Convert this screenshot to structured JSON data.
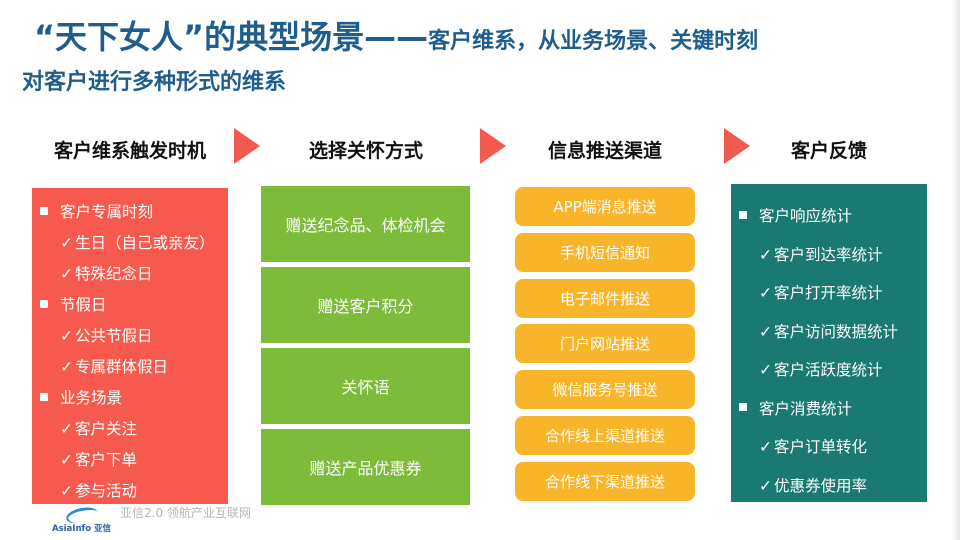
{
  "title": {
    "main": "“天下女人”的典型场景",
    "dash": "——",
    "tail": "客户维系，从业务场景、关键时刻",
    "line2": "对客户进行多种形式的维系"
  },
  "columns": [
    {
      "header": "客户维系触发时机"
    },
    {
      "header": "选择关怀方式"
    },
    {
      "header": "信息推送渠道"
    },
    {
      "header": "客户反馈"
    }
  ],
  "triggers": [
    {
      "type": "bullet",
      "text": "客户专属时刻"
    },
    {
      "type": "check",
      "text": "生日（自己或亲友）"
    },
    {
      "type": "check",
      "text": "特殊纪念日"
    },
    {
      "type": "bullet",
      "text": "节假日"
    },
    {
      "type": "check",
      "text": "公共节假日"
    },
    {
      "type": "check",
      "text": "专属群体假日"
    },
    {
      "type": "bullet",
      "text": "业务场景"
    },
    {
      "type": "check",
      "text": "客户关注"
    },
    {
      "type": "check",
      "text": "客户下单"
    },
    {
      "type": "check",
      "text": "参与活动"
    }
  ],
  "care_methods": [
    "赠送纪念品、体检机会",
    "赠送客户积分",
    "关怀语",
    "赠送产品优惠券"
  ],
  "channels": [
    "APP端消息推送",
    "手机短信通知",
    "电子邮件推送",
    "门户网站推送",
    "微信服务号推送",
    "合作线上渠道推送",
    "合作线下渠道推送"
  ],
  "feedback": [
    {
      "type": "bullet",
      "text": "客户响应统计"
    },
    {
      "type": "check",
      "text": "客户到达率统计"
    },
    {
      "type": "check",
      "text": "客户打开率统计"
    },
    {
      "type": "check",
      "text": "客户访问数据统计"
    },
    {
      "type": "check",
      "text": "客户活跃度统计"
    },
    {
      "type": "bullet",
      "text": "客户消费统计"
    },
    {
      "type": "check",
      "text": "客户订单转化"
    },
    {
      "type": "check",
      "text": "优惠券使用率"
    }
  ],
  "symbols": {
    "check": "✓"
  },
  "footer": {
    "text": "亚信2.0   领航产业互联网",
    "logo_text": "AsiaInfo 亚信"
  },
  "colors": {
    "title": "#1f5d8c",
    "red": "#f65a4e",
    "green": "#7cbc3a",
    "yellow": "#f8b52a",
    "teal": "#1a7a72",
    "arrow": "#f05a4f"
  }
}
